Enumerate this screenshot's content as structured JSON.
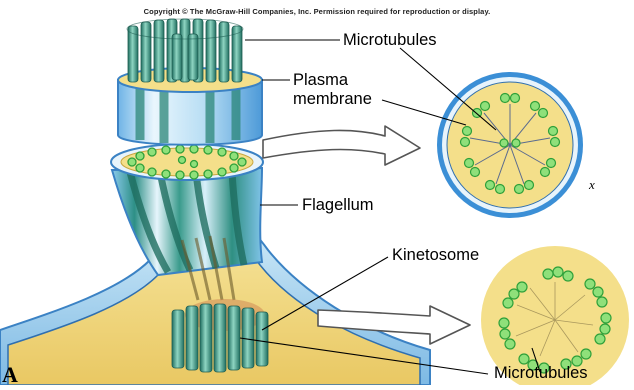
{
  "copyright": "Copyright © The McGraw-Hill Companies, Inc. Permission required for reproduction or display.",
  "labels": {
    "microtubules_top": "Microtubules",
    "plasma_membrane_line1": "Plasma",
    "plasma_membrane_line2": "membrane",
    "flagellum": "Flagellum",
    "kinetosome": "Kinetosome",
    "microtubules_bottom": "Microtubules"
  },
  "figure_letter": "A",
  "section_marker": "x",
  "colors": {
    "microtubule": "#2e8a78",
    "microtubule_light": "#7fc8b4",
    "cytoplasm": "#f4df8a",
    "membrane": "#3b8fd6",
    "membrane_light": "#bfe3f7",
    "doublet_ring": "#2fa03a",
    "arrow": "#ffffff"
  }
}
